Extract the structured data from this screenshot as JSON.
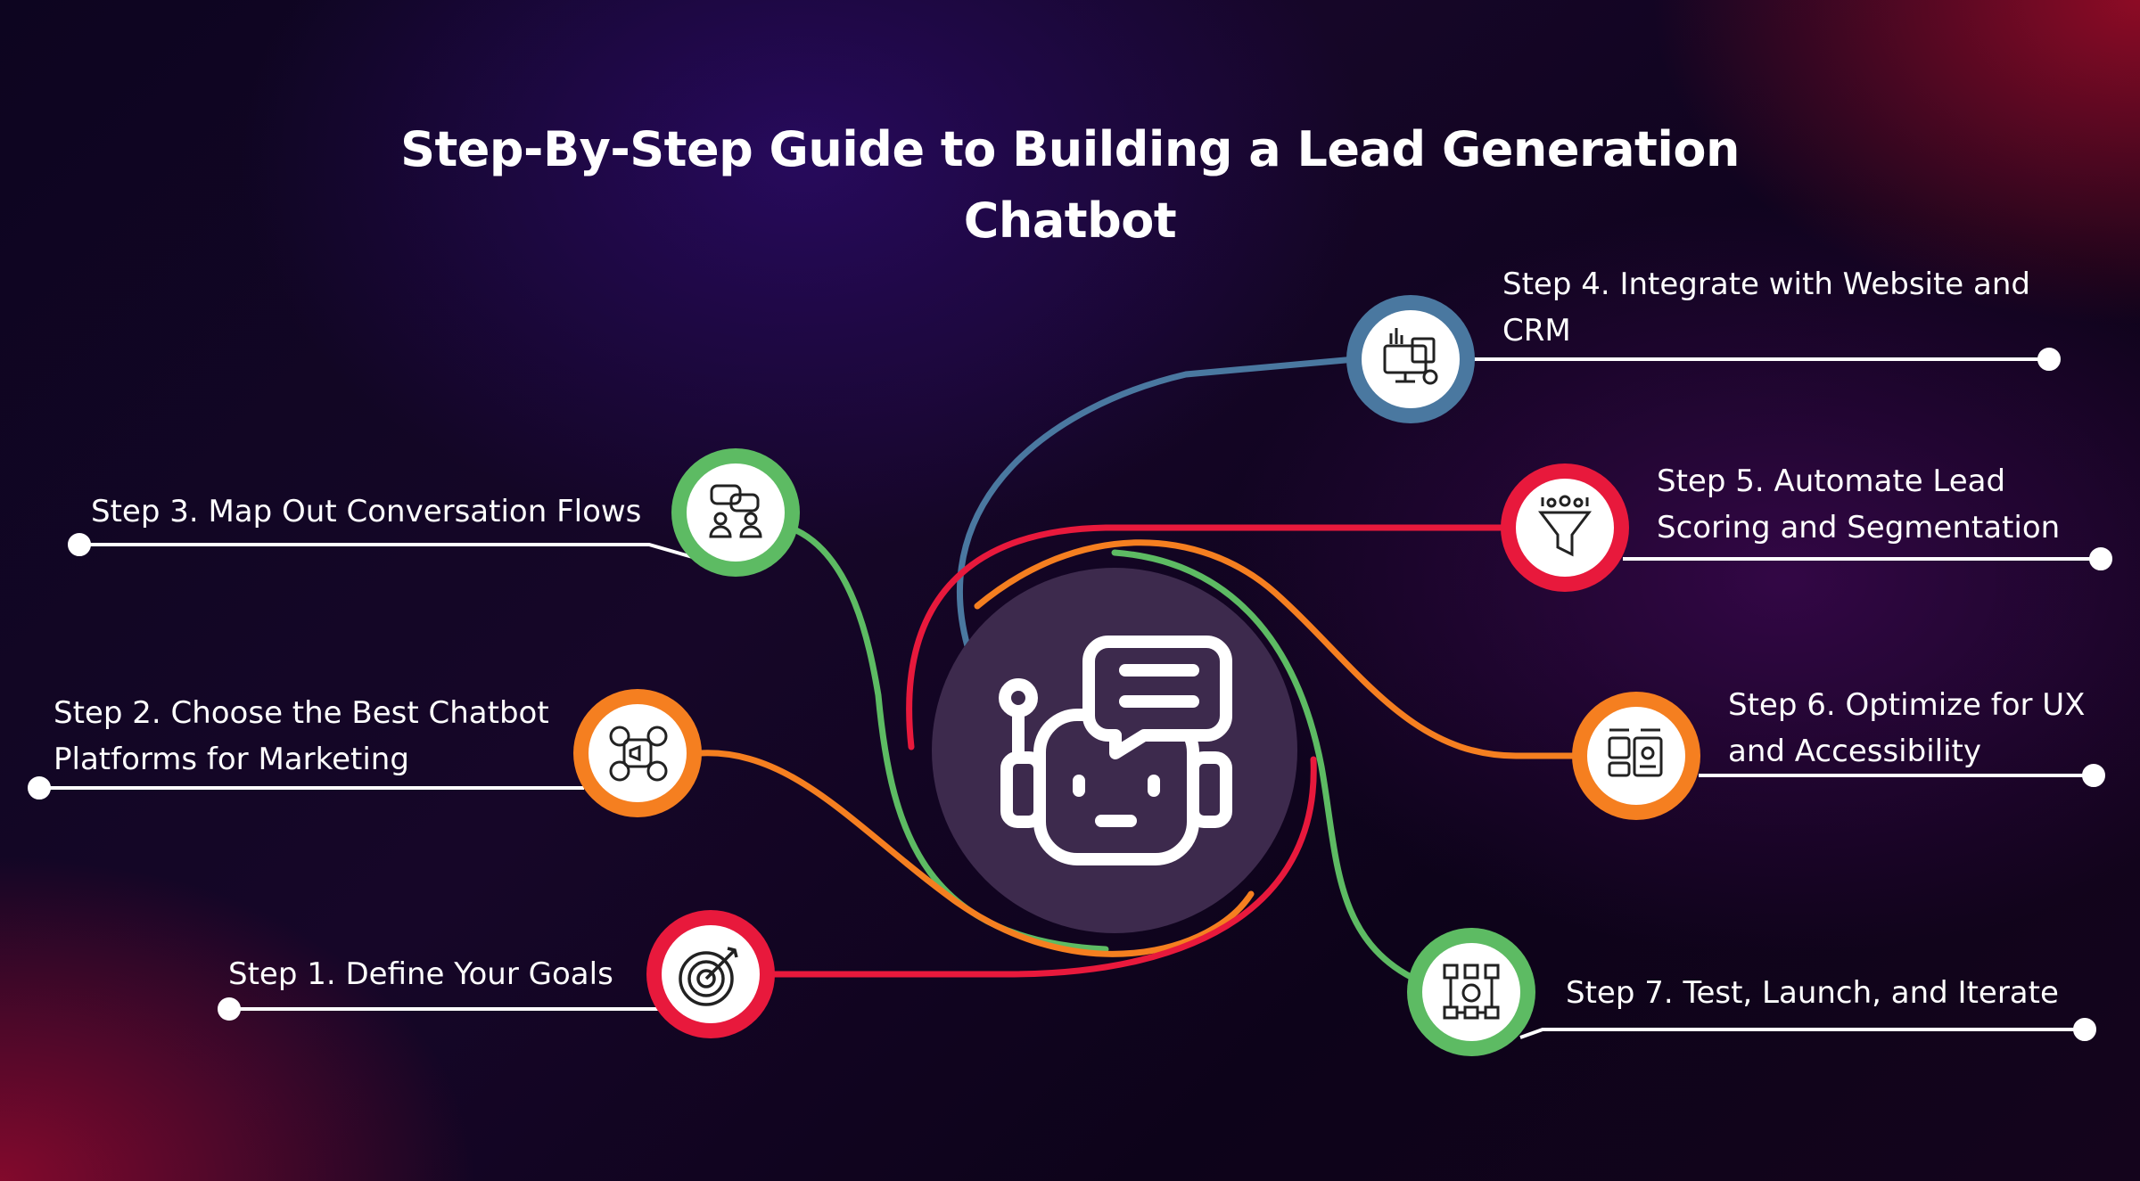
{
  "title_line1": "Step-By-Step Guide to Building a Lead Generation",
  "title_line2": "Chatbot",
  "colors": {
    "red": "#e8193c",
    "orange": "#f57f20",
    "green": "#5dbb63",
    "blue": "#4a78a0",
    "hub": "#3d2a4d",
    "white": "#ffffff"
  },
  "steps": [
    {
      "line1": "Step 1. Define Your Goals",
      "line2": "",
      "color": "#e8193c",
      "icon": "target-icon"
    },
    {
      "line1": "Step 2. Choose the Best Chatbot",
      "line2": "Platforms for Marketing",
      "color": "#f57f20",
      "icon": "social-platforms-icon"
    },
    {
      "line1": "Step 3. Map Out Conversation Flows",
      "line2": "",
      "color": "#5dbb63",
      "icon": "conversation-icon"
    },
    {
      "line1": "Step 4. Integrate with Website and",
      "line2": "CRM",
      "color": "#4a78a0",
      "icon": "crm-icon"
    },
    {
      "line1": "Step 5. Automate Lead",
      "line2": "Scoring and Segmentation",
      "color": "#e8193c",
      "icon": "funnel-icon"
    },
    {
      "line1": "Step 6. Optimize for UX",
      "line2": "and Accessibility",
      "color": "#f57f20",
      "icon": "ui-ux-icon"
    },
    {
      "line1": "Step 7. Test, Launch, and Iterate",
      "line2": "",
      "color": "#5dbb63",
      "icon": "workflow-icon"
    }
  ],
  "hub_icon": "chatbot-robot-icon"
}
